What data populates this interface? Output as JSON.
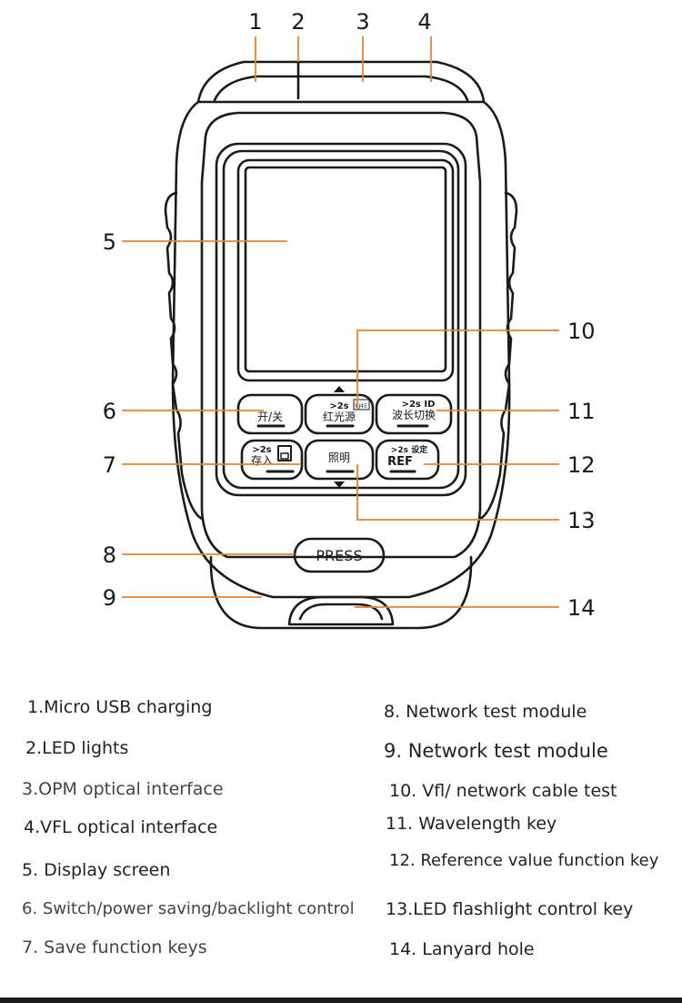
{
  "callouts": [
    {
      "num": "1"
    },
    {
      "num": "2"
    },
    {
      "num": "3"
    },
    {
      "num": "4"
    },
    {
      "num": "5"
    },
    {
      "num": "6"
    },
    {
      "num": "7"
    },
    {
      "num": "8"
    },
    {
      "num": "9"
    },
    {
      "num": "10"
    },
    {
      "num": "11"
    },
    {
      "num": "12"
    },
    {
      "num": "13"
    },
    {
      "num": "14"
    }
  ],
  "buttons": {
    "power": "开/关",
    "red_light_top": ">2s",
    "red_light_tag": "RJ45",
    "red_light": "红光源",
    "wavelength_top": ">2s ID",
    "wavelength": "波长切换",
    "save_top": ">2s",
    "save": "存入",
    "light": "照明",
    "ref_top": ">2s 设定",
    "ref": "REF",
    "press": "PRESS"
  },
  "legend": [
    {
      "text": "1.Micro USB charging"
    },
    {
      "text": "2.LED lights"
    },
    {
      "text": "3.OPM optical interface"
    },
    {
      "text": "4.VFL optical interface"
    },
    {
      "text": "5. Display screen"
    },
    {
      "text": "6. Switch/power saving/backlight control"
    },
    {
      "text": "7. Save function keys"
    },
    {
      "text": "8. Network test module"
    },
    {
      "text": "9. Network test module"
    },
    {
      "text": "10. Vfl/ network cable test"
    },
    {
      "text": "11. Wavelength key"
    },
    {
      "text": "12. Reference value function key"
    },
    {
      "text": "13.LED flashlight control key"
    },
    {
      "text": "14. Lanyard hole"
    }
  ],
  "colors": {
    "leader": "#e8832a",
    "outline": "#1a1a1a",
    "text": "#222222"
  }
}
